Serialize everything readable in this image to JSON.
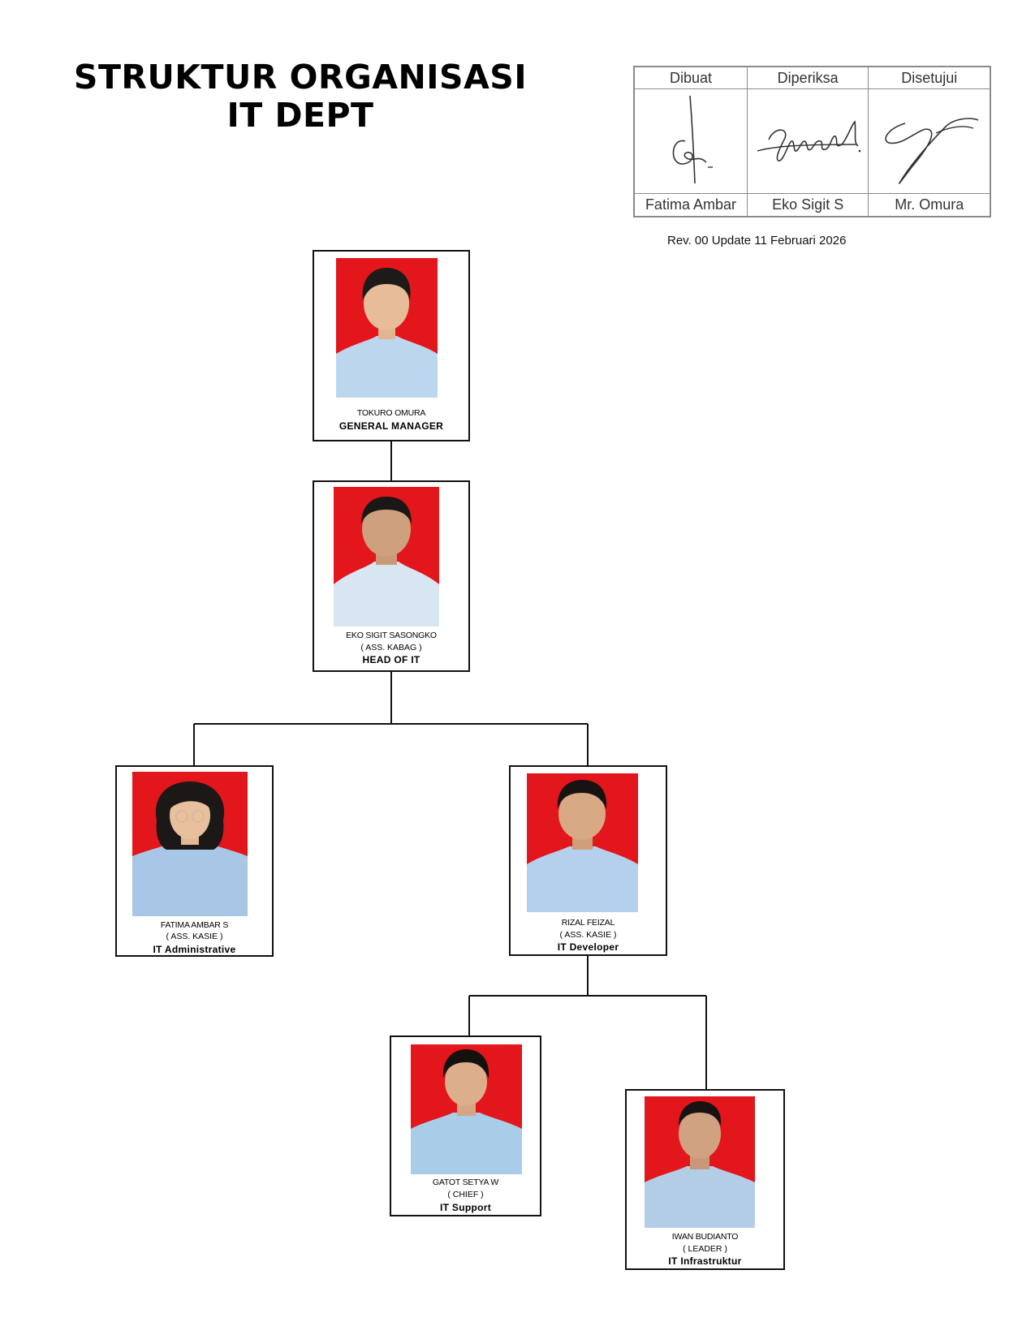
{
  "header": {
    "title_line1": "STRUKTUR ORGANISASI",
    "title_line2": "IT DEPT"
  },
  "approval": {
    "columns": [
      {
        "heading": "Dibuat",
        "name": "Fatima Ambar"
      },
      {
        "heading": "Diperiksa",
        "name": "Eko Sigit S"
      },
      {
        "heading": "Disetujui",
        "name": "Mr. Omura"
      }
    ],
    "revision": "Rev. 00 Update 11 Februari 2026"
  },
  "org": {
    "gm": {
      "name": "TOKURO OMURA",
      "role": "GENERAL MANAGER"
    },
    "head": {
      "name": "EKO SIGIT SASONGKO",
      "grade": "( ASS. KABAG )",
      "role": "HEAD OF IT"
    },
    "admin": {
      "name": "FATIMA AMBAR S",
      "grade": "( ASS. KASIE )",
      "role": "IT Administrative"
    },
    "developer": {
      "name": "RIZAL FEIZAL",
      "grade": "( ASS. KASIE )",
      "role": "IT Developer"
    },
    "support": {
      "name": "GATOT SETYA W",
      "grade": "( CHIEF )",
      "role": "IT Support"
    },
    "infra": {
      "name": "IWAN BUDIANTO",
      "grade": "( LEADER )",
      "role": "IT Infrastruktur"
    }
  },
  "colors": {
    "photo_background": "#e2161b",
    "shirt": "#bcd6ee",
    "line": "#111111"
  }
}
